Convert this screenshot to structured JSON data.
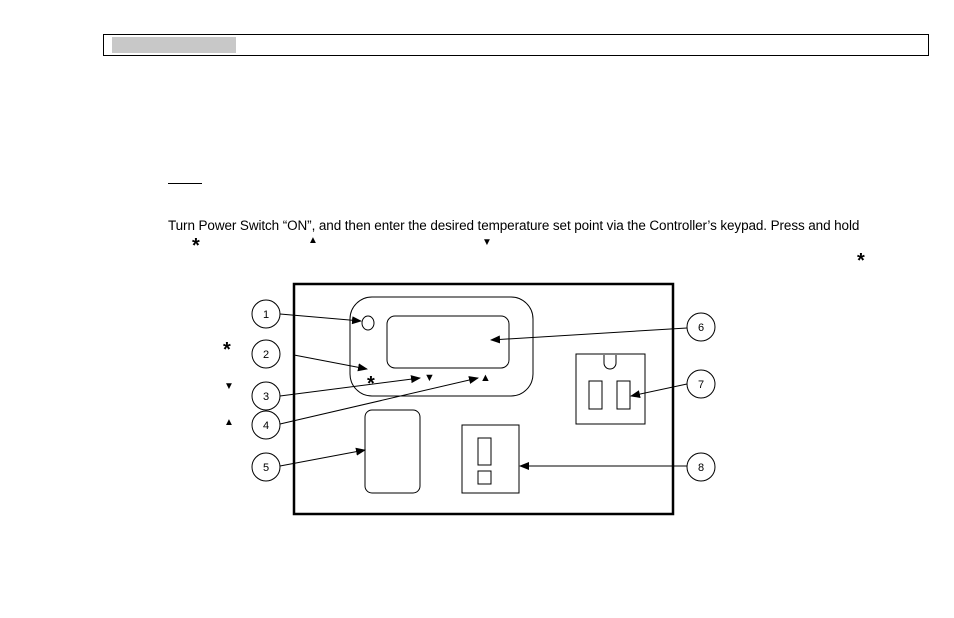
{
  "header": {
    "shade_color": "#c8c8c8"
  },
  "instruction": {
    "text": "Turn Power Switch “ON”, and then enter the desired temperature set point via the Controller’s keypad.  Press and hold"
  },
  "symbols": {
    "star": "*",
    "up": "▲",
    "down": "▼"
  },
  "callouts": [
    "1",
    "2",
    "3",
    "4",
    "5",
    "6",
    "7",
    "8"
  ]
}
